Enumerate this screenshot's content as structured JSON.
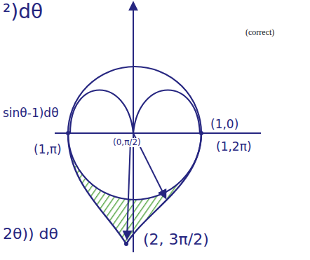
{
  "diagram": {
    "labels": [
      "²)dθ",
      "(correct)",
      "sinθ-1)dθ",
      "(1,π)",
      "(0,π/2)",
      "(1,0)",
      "(1,2π)",
      "2θ)) dθ",
      "(2, 3π/2)"
    ]
  }
}
